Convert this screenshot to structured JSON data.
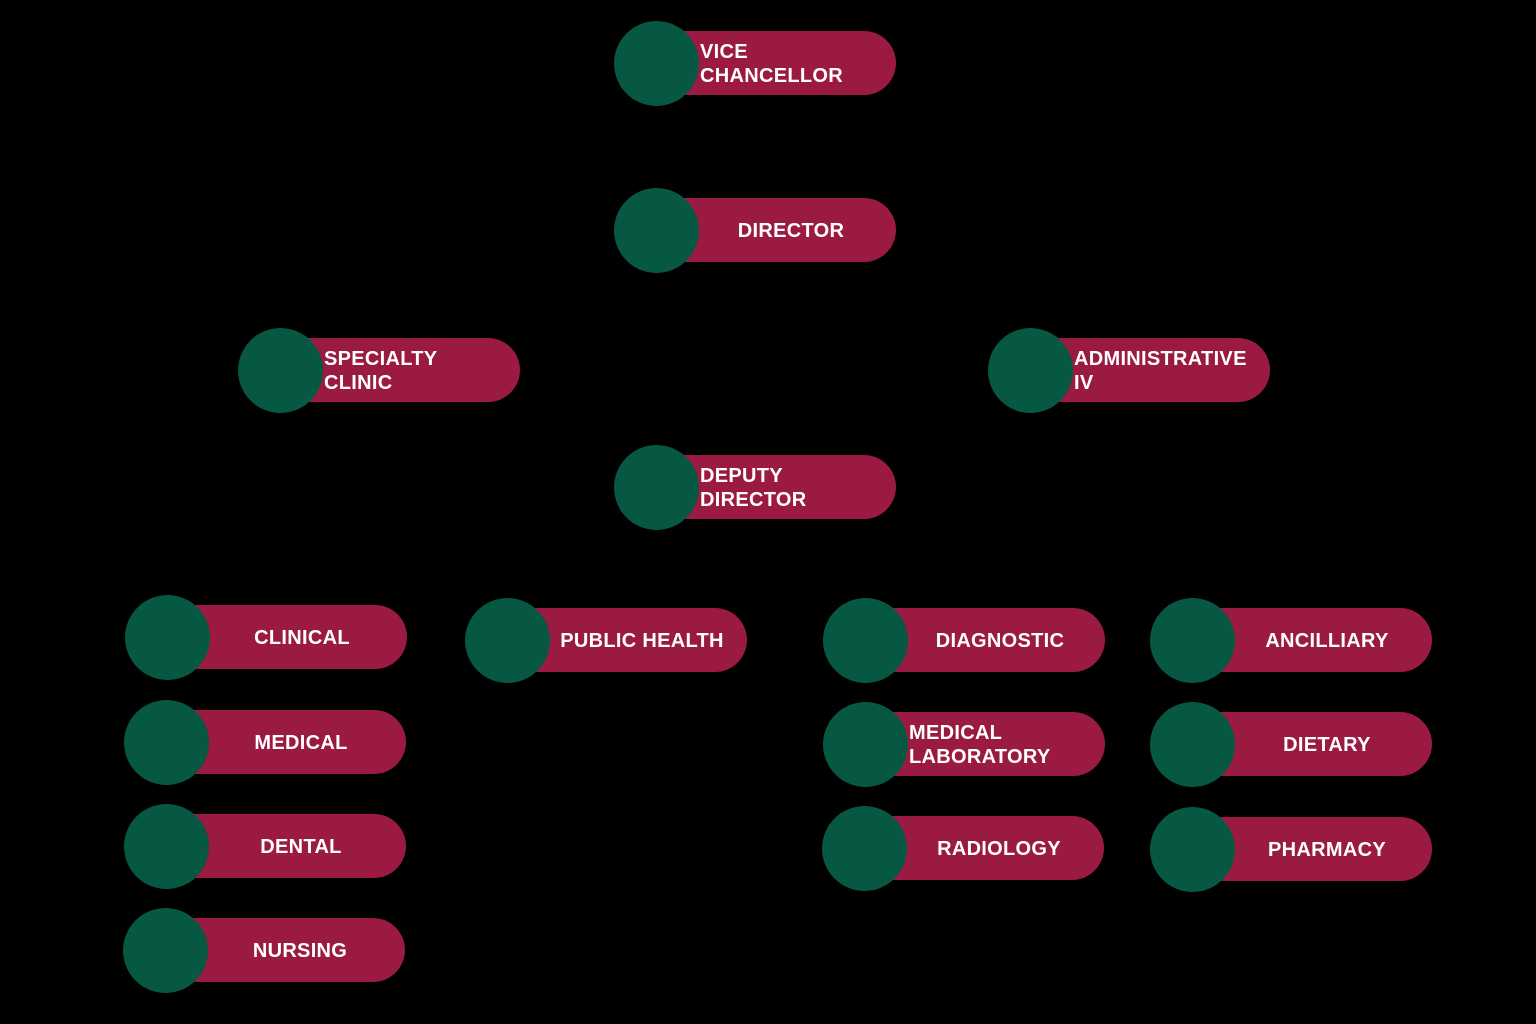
{
  "diagram": {
    "type": "org-chart",
    "background": "#000000",
    "palette": {
      "circle_green": "#075842",
      "pill_maroon": "#9a1a42",
      "label_white": "#ffffff"
    },
    "nodes": [
      {
        "label": "VICE CHANCELLOR",
        "level": 1,
        "reports_to": null
      },
      {
        "label": "DIRECTOR",
        "level": 2,
        "reports_to": "VICE CHANCELLOR"
      },
      {
        "label": "SPECIALTY CLINIC",
        "level": 3,
        "reports_to": "DIRECTOR"
      },
      {
        "label": "ADMINISTRATIVE IV",
        "level": 3,
        "reports_to": "DIRECTOR"
      },
      {
        "label": "DEPUTY DIRECTOR",
        "level": 3,
        "reports_to": "DIRECTOR"
      },
      {
        "label": "CLINICAL",
        "level": 4,
        "reports_to": "DEPUTY DIRECTOR"
      },
      {
        "label": "MEDICAL",
        "level": 5,
        "reports_to": "CLINICAL"
      },
      {
        "label": "DENTAL",
        "level": 5,
        "reports_to": "CLINICAL"
      },
      {
        "label": "NURSING",
        "level": 5,
        "reports_to": "CLINICAL"
      },
      {
        "label": "PUBLIC HEALTH",
        "level": 4,
        "reports_to": "DEPUTY DIRECTOR"
      },
      {
        "label": "DIAGNOSTIC",
        "level": 4,
        "reports_to": "DEPUTY DIRECTOR"
      },
      {
        "label": "MEDICAL LABORATORY",
        "level": 5,
        "reports_to": "DIAGNOSTIC"
      },
      {
        "label": "RADIOLOGY",
        "level": 5,
        "reports_to": "DIAGNOSTIC"
      },
      {
        "label": "ANCILLIARY",
        "level": 4,
        "reports_to": "DEPUTY DIRECTOR"
      },
      {
        "label": "DIETARY",
        "level": 5,
        "reports_to": "ANCILLIARY"
      },
      {
        "label": "PHARMACY",
        "level": 5,
        "reports_to": "ANCILLIARY"
      }
    ]
  }
}
